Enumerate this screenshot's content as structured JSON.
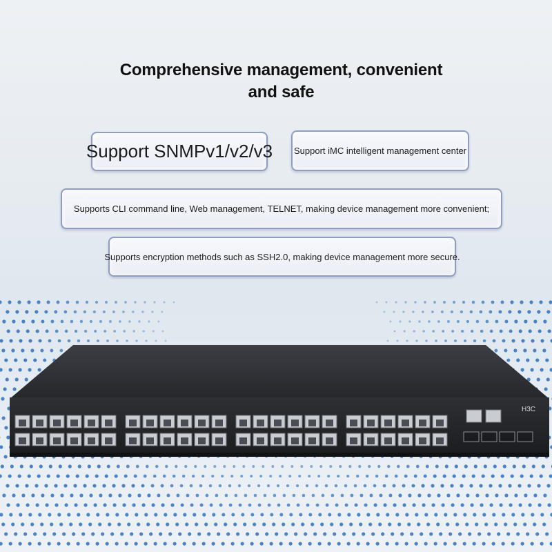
{
  "headline": "Comprehensive management, convenient and safe",
  "features": {
    "snmp": "Support SNMPv1/v2/v3",
    "imc": "Support iMC intelligent management center",
    "cli": "Supports CLI command line, Web management, TELNET, making device management more convenient;",
    "ssh": "Supports encryption methods such as SSH2.0, making device management more secure."
  },
  "device": {
    "brand": "H3C"
  },
  "colors": {
    "pill_border": "#8f9cc4",
    "dot_blue": "#2e6fb8",
    "device_body": "#2a2c30"
  }
}
